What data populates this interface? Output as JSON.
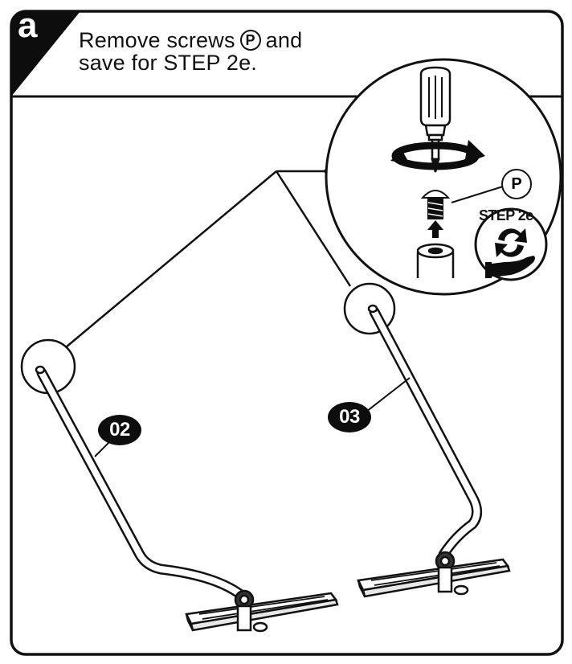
{
  "step": {
    "letter": "a",
    "instruction_part1": "Remove screws",
    "instruction_part2": "and",
    "instruction_line2": "save for STEP 2e.",
    "screw_label": "P"
  },
  "detail": {
    "screw_label": "P",
    "step_reference": "STEP 2e"
  },
  "parts": [
    {
      "id": "02",
      "name": "leg-02"
    },
    {
      "id": "03",
      "name": "leg-03"
    }
  ],
  "icons": [
    "screwdriver-icon",
    "rotate-counterclockwise-icon",
    "up-arrow-icon",
    "recycle-save-icon",
    "hand-icon"
  ]
}
